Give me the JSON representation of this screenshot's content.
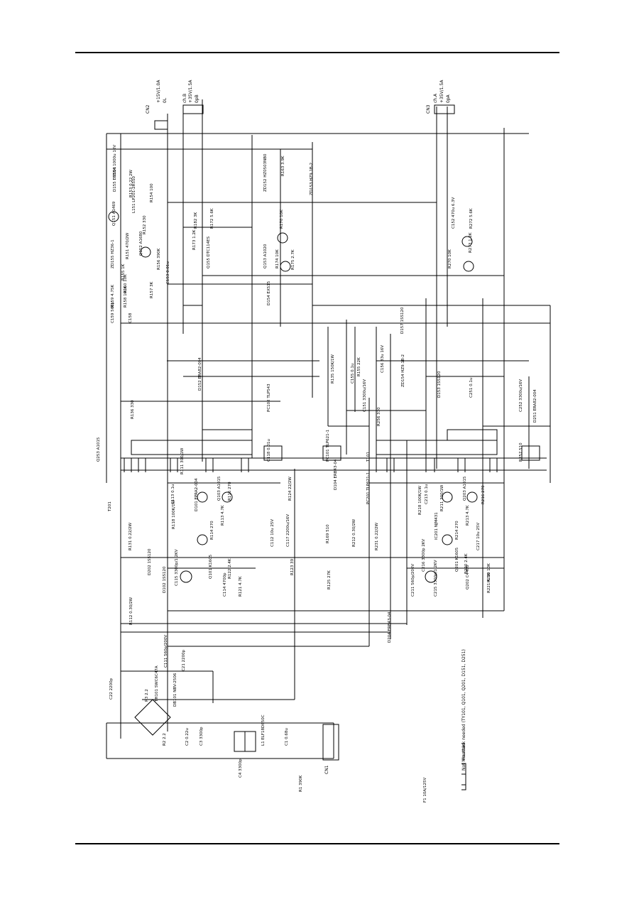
{
  "schematic": {
    "connectors": {
      "cn2_pins": [
        "+15V/1.0A",
        "0L",
        "ch.B",
        "+35V/1.5A",
        "0pB"
      ],
      "cn2_label": "CN2",
      "cn3_pins": [
        "ch.A",
        "+35V/1.5A",
        "0pA"
      ],
      "cn3_label": "CN3",
      "cn1_label": "CN1"
    },
    "components": [
      "L151 LP201-2R5S0",
      "Q151 A1469",
      "D155 EMS01",
      "R151 470/2W",
      "R152 330",
      "Q152 A1680",
      "C154 1000u 10V",
      "R153 0.22 2W",
      "R154 100",
      "R155 1K",
      "ZD155 HZ36-1",
      "R160 10K",
      "R159 4.75K",
      "R158 100K",
      "C159 560p",
      "C158",
      "R156 390K",
      "R157 3K",
      "C153 0.01u",
      "R163 3.9K",
      "ZD153 HZ9.1B-2",
      "ZD152 HZ0503NB0",
      "R182 3K",
      "R172 5.6K",
      "R173 1.2K",
      "R170 10K",
      "Q155 DTC114ES",
      "Q153 A1020",
      "R174 10K",
      "R175 2.7K",
      "D154 EXS15",
      "C152 470u 6.3V",
      "R272 5.6K",
      "R273 1.2K",
      "R270 10K",
      "Q253 A1015",
      "T101",
      "T201",
      "R131 0.22/2W",
      "R118 100K/1W",
      "C113 0.1u",
      "R111 300/1W",
      "D101 EPRA2-004",
      "Q103 A1015",
      "R113 4.7K",
      "R114 270",
      "R116 270",
      "C112 10u 25V",
      "C117 2200u/16V",
      "R123 39",
      "R124 22/2W",
      "R125 27K",
      "R135 150K/1W",
      "R169 510",
      "D104 ERB43-04",
      "C118 0.01u",
      "PC101 TLP621-1",
      "PC102 TLP543",
      "R136 330",
      "D152 ERA82-004",
      "C151 3300u/16V",
      "C155 0.1u",
      "D157 1SS120",
      "C156 33u 16V",
      "ZD154 HZ9.1B-2",
      "R155 22K",
      "D153 1SS120",
      "C251 0.1u",
      "C252 3300u/16V",
      "R256 330",
      "D251 ERA82-004",
      "R257 510",
      "PC201 TLP621-1",
      "R231 0.22/2W",
      "R218 100K/1W",
      "C213 0.1u",
      "R211 300/1W",
      "Q203 A1015",
      "R213 4.7K",
      "R214 270",
      "R216 270",
      "C217 10u 25V",
      "IC201 NJM431",
      "Q202 C4468",
      "R221 4.7K",
      "R220 2.4K",
      "R219 10K",
      "R212 0.30/2W",
      "D204 ERB43-04",
      "C211 560p/200V",
      "C215 3300p/1.2KV",
      "C216 3300p 2KV",
      "Q201 K1605",
      "D202 1SS120",
      "Q101 K1605",
      "D102 1SS120",
      "C115 3300p/1.2KV",
      "C114 4700p",
      "R121 4.7K",
      "R122 2.4K",
      "R112 0.30/2W",
      "C111 560p/200V",
      "C21 2200p",
      "C22 2200p",
      "DB101 NBV-2506",
      "TH101 SWC6C47A",
      "R3 2.2",
      "R2 2.2",
      "C2 0.22u",
      "C3 3300p",
      "C4 3300p",
      "L1 ELF18D650C",
      "C1 0.68u",
      "R1 390K",
      "F1 10A/125V"
    ],
    "legend": [
      "Heatsink needed  (TY101, Q101, Q201, D151, D251)",
      "Not Mounted"
    ]
  }
}
